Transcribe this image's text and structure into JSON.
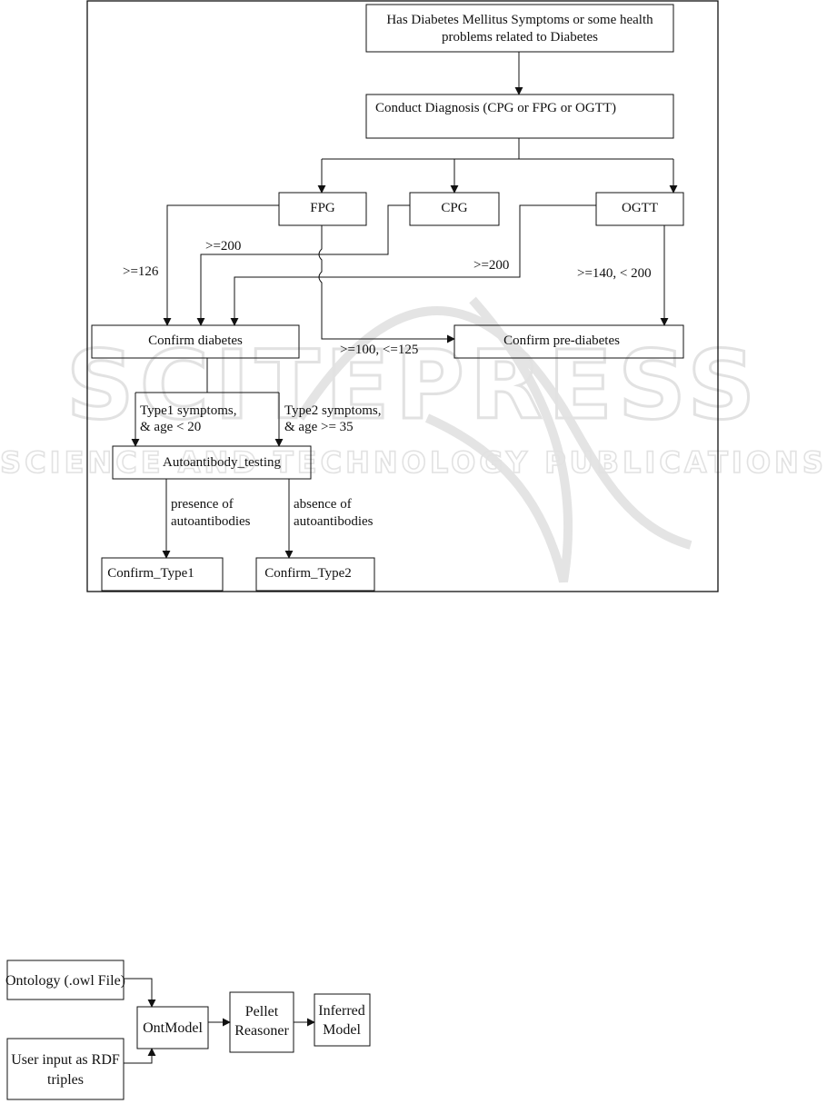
{
  "flowchart": {
    "nodes": {
      "symptoms": {
        "lines": [
          "Has Diabetes Mellitus Symptoms or some health",
          "problems related to Diabetes"
        ]
      },
      "diagnosis": {
        "lines": [
          "Conduct Diagnosis (CPG or FPG or OGTT)"
        ]
      },
      "fpg": {
        "lines": [
          "FPG"
        ]
      },
      "cpg": {
        "lines": [
          "CPG"
        ]
      },
      "ogtt": {
        "lines": [
          "OGTT"
        ]
      },
      "confirm_diabetes": {
        "lines": [
          "Confirm diabetes"
        ]
      },
      "confirm_prediabetes": {
        "lines": [
          "Confirm pre-diabetes"
        ]
      },
      "autoantibody": {
        "lines": [
          "Autoantibody_testing"
        ]
      },
      "type1": {
        "lines": [
          "Confirm_Type1"
        ]
      },
      "type2": {
        "lines": [
          "Confirm_Type2"
        ]
      }
    },
    "edge_labels": {
      "fpg_diabetes": ">=126",
      "cpg_diabetes": ">=200",
      "ogtt_diabetes": ">=200",
      "ogtt_prediabetes": ">=140, < 200",
      "fpg_prediabetes": ">=100, <=125",
      "type1_condition": [
        "Type1 symptoms,",
        "& age < 20"
      ],
      "type2_condition": [
        "Type2 symptoms,",
        "& age >= 35"
      ],
      "presence": [
        "presence  of",
        "autoantibodies"
      ],
      "absence": [
        "absence  of",
        "autoantibodies"
      ]
    }
  },
  "pipeline": {
    "nodes": {
      "ontology": {
        "lines": [
          "Ontology (.owl File)"
        ]
      },
      "user_input": {
        "lines": [
          "User input as RDF",
          "triples"
        ]
      },
      "ontmodel": {
        "lines": [
          "OntModel"
        ]
      },
      "pellet": {
        "lines": [
          "Pellet",
          "Reasoner"
        ]
      },
      "inferred": {
        "lines": [
          "Inferred",
          "Model"
        ]
      }
    }
  },
  "watermark": {
    "main": "SCITEPRESS",
    "sub": "SCIENCE AND TECHNOLOGY PUBLICATIONS"
  }
}
